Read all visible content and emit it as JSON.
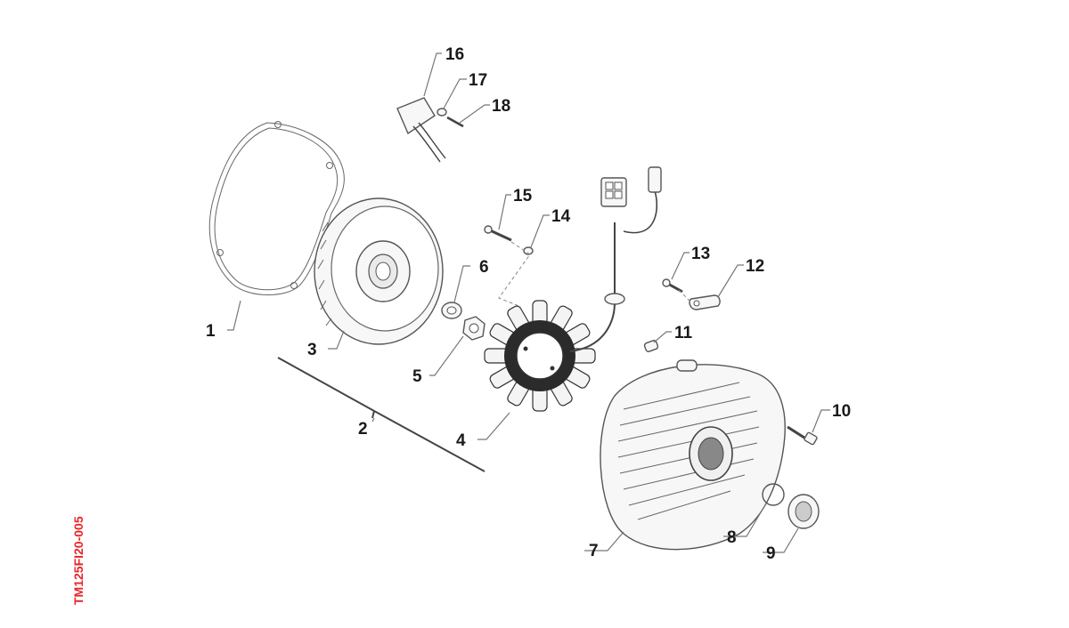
{
  "diagram": {
    "drawing_code": "TM125FI20-005",
    "callouts": [
      "1",
      "2",
      "3",
      "4",
      "5",
      "6",
      "7",
      "8",
      "9",
      "10",
      "11",
      "12",
      "13",
      "14",
      "15",
      "16",
      "17",
      "18"
    ]
  },
  "colors": {
    "code_text": "#e8262b",
    "label_text": "#1a1a1a",
    "line_art": "#555555"
  }
}
